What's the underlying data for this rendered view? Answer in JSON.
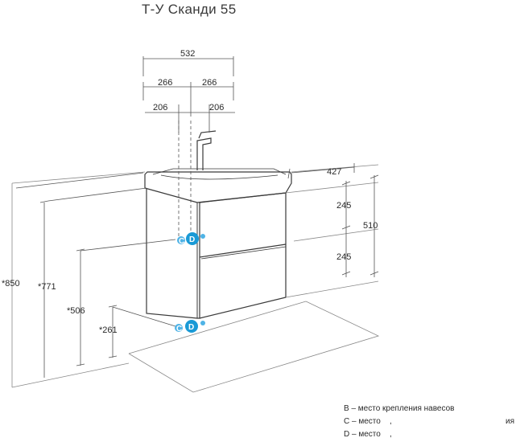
{
  "title": "Т-У Сканди 55",
  "dimensions": {
    "total_width": "532",
    "half_left": "266",
    "half_right": "266",
    "mount_left": "206",
    "mount_right": "206",
    "depth": "427",
    "upper_drawer": "245",
    "lower_drawer": "245",
    "cabinet_height": "510",
    "total_height": "*850",
    "top_height": "*771",
    "mount_height": "*506",
    "supply_height": "*261"
  },
  "markers": {
    "upper": {
      "small": "C",
      "large": "D"
    },
    "lower": {
      "small": "C",
      "large": "D"
    }
  },
  "legend": [
    {
      "text": "B – место крепления навесов"
    },
    {
      "text": "C – место",
      "suffix": "ия"
    },
    {
      "text": "D – место"
    }
  ],
  "colors": {
    "line": "#3a3a3a",
    "dim_line": "#555555",
    "marker_fill": "#1a9ad6",
    "marker_light": "#4fb3e6"
  }
}
